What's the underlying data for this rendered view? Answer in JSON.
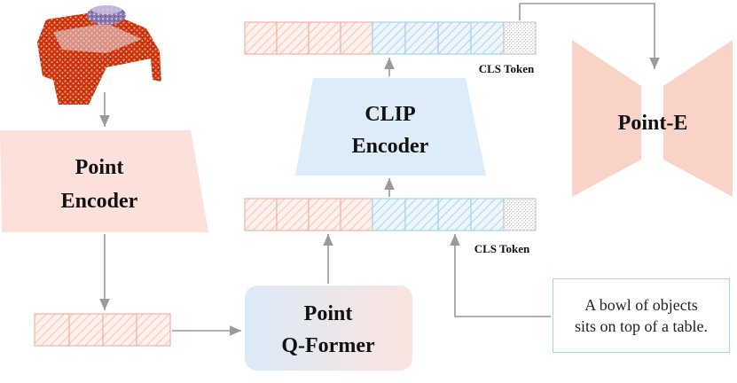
{
  "labels": {
    "point_encoder": [
      "Point",
      "Encoder"
    ],
    "clip_encoder": [
      "CLIP",
      "Encoder"
    ],
    "q_former": [
      "Point",
      "Q-Former"
    ],
    "point_e": "Point-E",
    "cls_token_top": "CLS Token",
    "cls_token_bottom": "CLS Token"
  },
  "caption": {
    "line1": "A bowl of objects",
    "line2": "sits on top of a table."
  },
  "colors": {
    "pink_fill": "#fbe1da",
    "pink_stroke": "#f3b2a2",
    "blue_fill": "#dcecf8",
    "blue_stroke": "#a4d2ee",
    "gray_token": "#c8c8c8",
    "arrow": "#9a9a9a"
  }
}
